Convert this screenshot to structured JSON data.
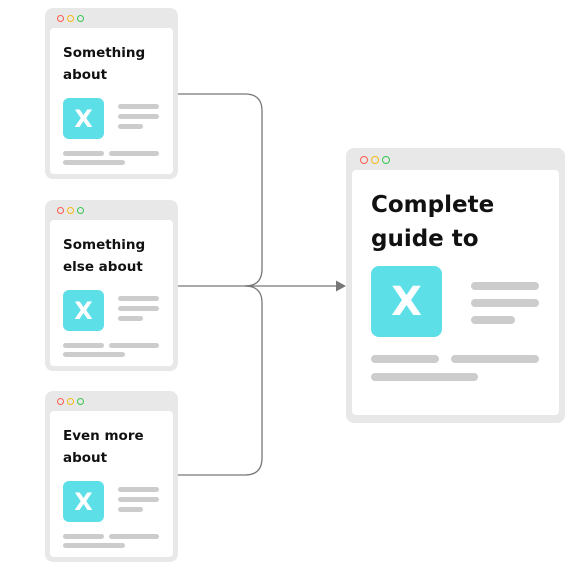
{
  "cards": [
    {
      "title": "Something\nabout",
      "logo": "X"
    },
    {
      "title": "Something\nelse about",
      "logo": "X"
    },
    {
      "title": "Even more\nabout",
      "logo": "X"
    }
  ],
  "result": {
    "title": "Complete\nguide to",
    "logo": "X"
  },
  "colors": {
    "window_chrome": "#e8e8e8",
    "logo_tile": "#5ddfe8",
    "placeholder_bar": "#cccccc",
    "connector": "#777777",
    "dot_red": "#ff5a4f",
    "dot_yellow": "#f5b915",
    "dot_green": "#37c650"
  },
  "icons": {
    "window_controls": "window-controls-icon",
    "arrow": "arrow-right-icon"
  }
}
